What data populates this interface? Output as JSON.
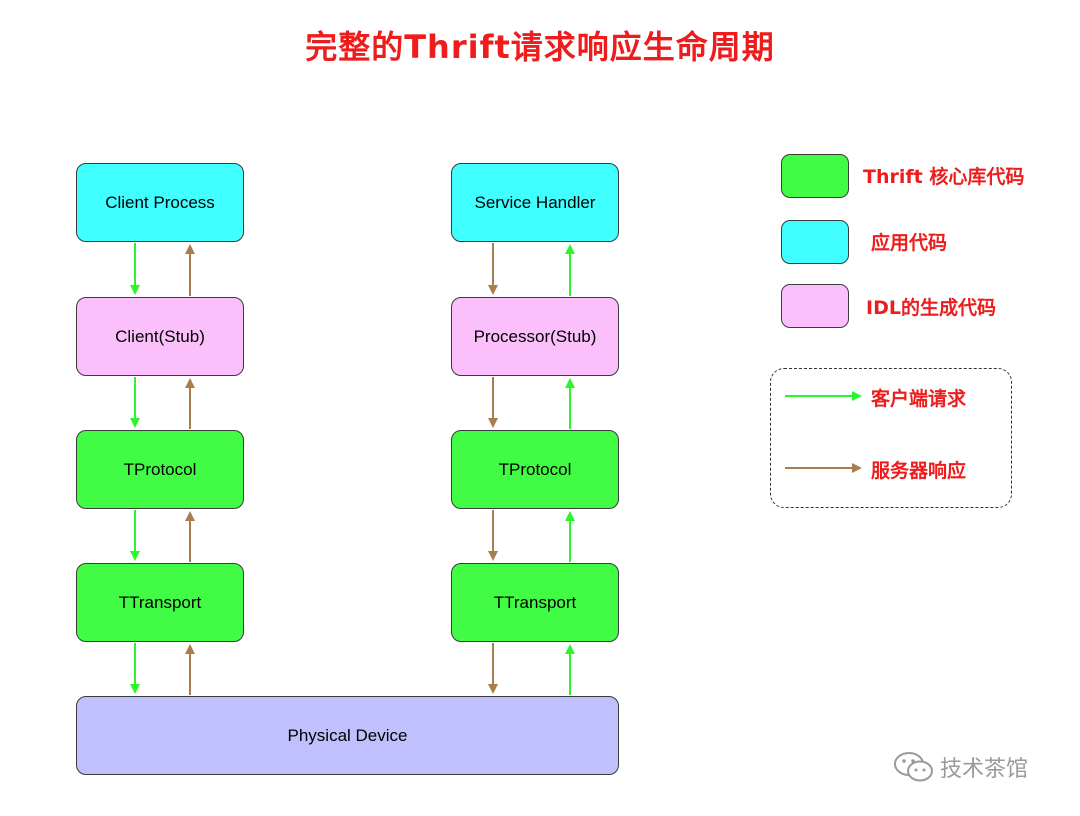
{
  "title": "完整的Thrift请求响应生命周期",
  "colors": {
    "title_red": "#ee1c1c",
    "core_green": "#42fb45",
    "app_cyan": "#41ffff",
    "idl_pink": "#fbbffb",
    "device_purple": "#c0c0fe",
    "request_arrow": "#2cf52c",
    "response_arrow": "#a97e4f"
  },
  "client_stack": {
    "process": "Client Process",
    "stub": "Client(Stub)",
    "protocol": "TProtocol",
    "transport": "TTransport"
  },
  "server_stack": {
    "handler": "Service Handler",
    "stub": "Processor(Stub)",
    "protocol": "TProtocol",
    "transport": "TTransport"
  },
  "device": "Physical Device",
  "legend": {
    "core": "Thrift 核心库代码",
    "app": "应用代码",
    "idl": "IDL的生成代码",
    "request": "客户端请求",
    "response": "服务器响应"
  },
  "watermark": "技术茶馆"
}
